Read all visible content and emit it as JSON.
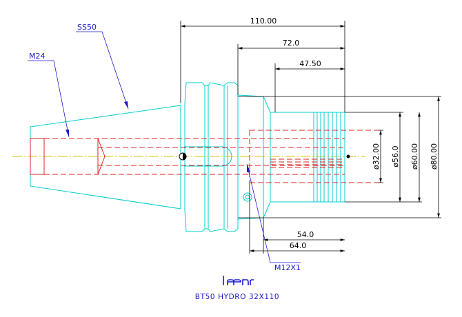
{
  "drawing": {
    "callouts": {
      "ss50": "SS50",
      "m24": "M24",
      "m12": "M12X1"
    },
    "dimensions": {
      "length_total": "110.00",
      "length_72": "72.0",
      "length_4750": "47.50",
      "length_54": "54.0",
      "length_64": "64.0",
      "dia_32": "ø32.00",
      "dia_56": "ø56.0",
      "dia_60": "ø60.00",
      "dia_80": "ø80.00"
    },
    "title": "BT50 HYDRO 32X110",
    "colors": {
      "outline": "#00cccc",
      "hidden": "#e02020",
      "dimension": "#000000",
      "callout": "#1a1acc",
      "centerline": "#e0c000",
      "logo": "#1a1acc"
    }
  }
}
